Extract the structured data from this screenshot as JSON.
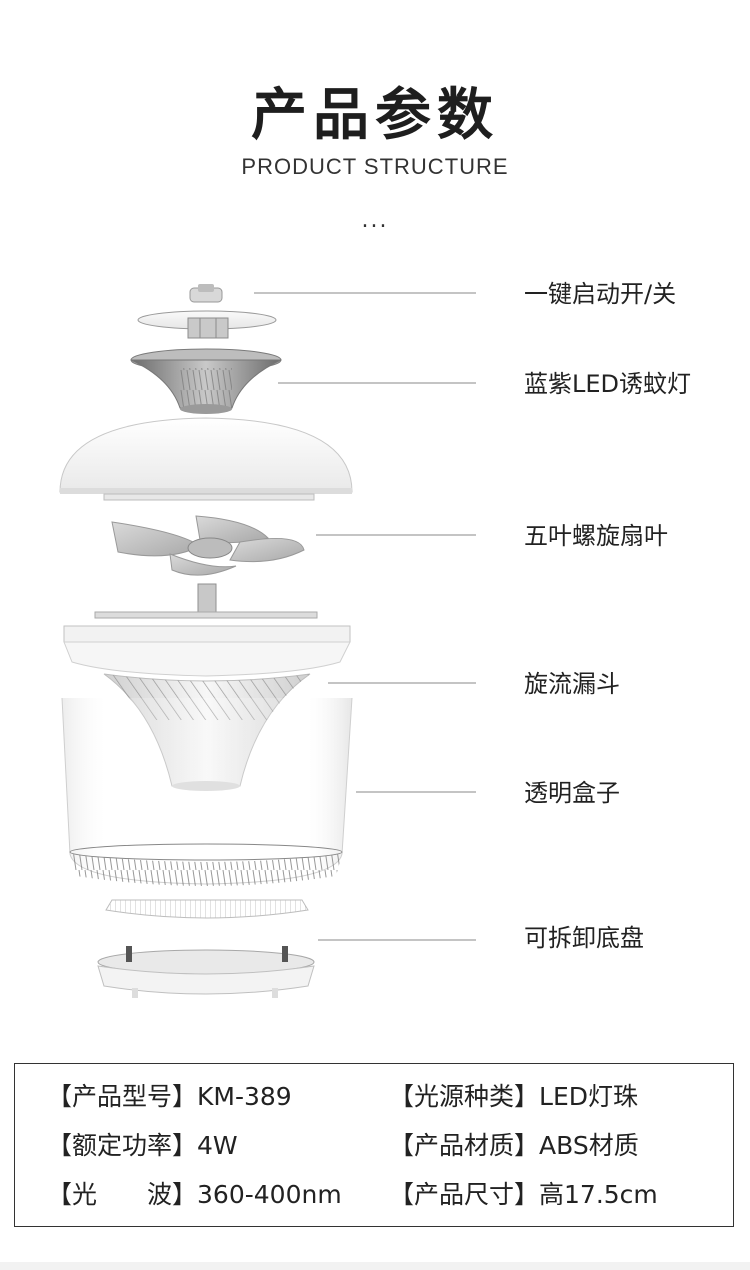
{
  "header": {
    "title": "产品参数",
    "subtitle": "PRODUCT STRUCTURE",
    "dots": "..."
  },
  "parts": [
    {
      "label": "一键启动开/关"
    },
    {
      "label": "蓝紫LED诱蚊灯"
    },
    {
      "label": "五叶螺旋扇叶"
    },
    {
      "label": "旋流漏斗"
    },
    {
      "label": "透明盒子"
    },
    {
      "label": "可拆卸底盘"
    }
  ],
  "specs": [
    {
      "key": "【产品型号】",
      "value": "KM-389"
    },
    {
      "key": "【光源种类】",
      "value": "LED灯珠"
    },
    {
      "key": "【额定功率】",
      "value": "4W"
    },
    {
      "key": "【产品材质】",
      "value": "ABS材质"
    },
    {
      "key": "【光　　波】",
      "value": "360-400nm"
    },
    {
      "key": "【产品尺寸】",
      "value": "高17.5cm"
    }
  ]
}
